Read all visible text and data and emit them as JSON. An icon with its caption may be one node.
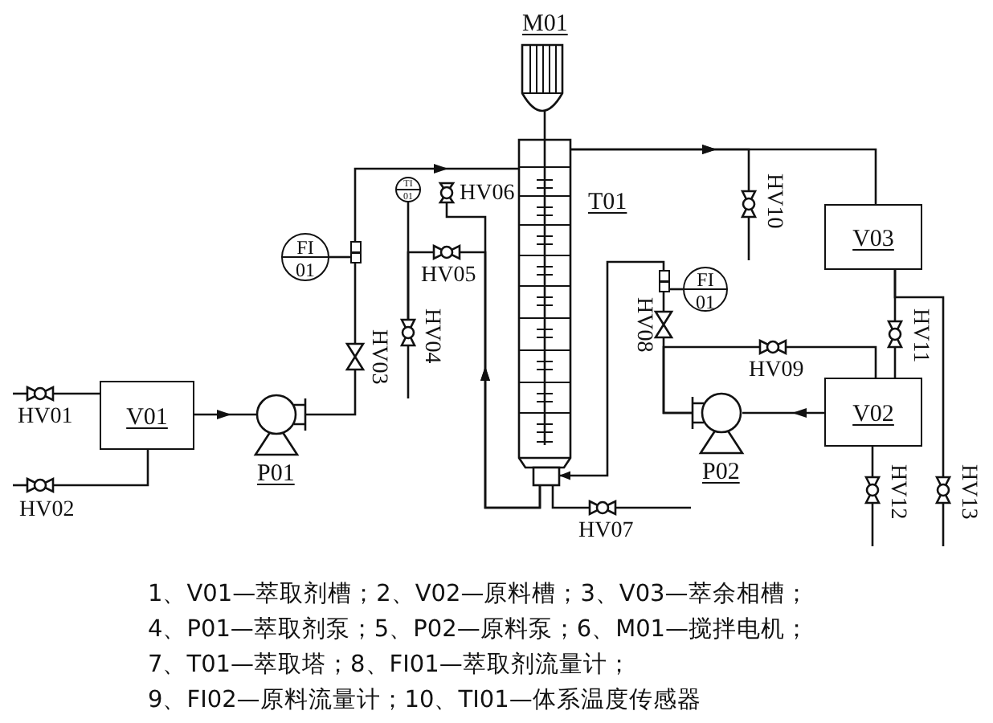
{
  "diagram": {
    "nodes": [
      {
        "text": [
          "M01"
        ]
      },
      {
        "text": [
          "T01"
        ]
      },
      {
        "text": [
          "TI",
          "01"
        ]
      },
      {
        "text": [],
        "shape": "valve",
        "beside": [
          "HV06"
        ]
      },
      {
        "text": [
          "FI",
          "01"
        ]
      },
      {
        "text": [],
        "shape": "box"
      },
      {
        "text": [],
        "shape": "valve",
        "beside": [
          "HV05"
        ]
      },
      {
        "text": [],
        "shape": "valve",
        "beside": [
          "HV04"
        ]
      },
      {
        "text": [],
        "shape": "valve",
        "beside": [
          "HV03"
        ]
      },
      {
        "text": [],
        "shape": "valve",
        "beside": [
          "HV01"
        ]
      },
      {
        "text": [
          "V01"
        ]
      },
      {
        "text": [],
        "shape": "valve",
        "beside": [
          "HV02"
        ]
      },
      {
        "text": [
          "P01"
        ]
      },
      {
        "text": [],
        "shape": "valve",
        "beside": [
          "HV10"
        ]
      },
      {
        "text": [
          "V03"
        ]
      },
      {
        "text": [
          "FI",
          "01"
        ]
      },
      {
        "text": [],
        "shape": "box"
      },
      {
        "text": [],
        "shape": "valve",
        "beside": [
          "HV08"
        ]
      },
      {
        "text": [],
        "shape": "valve",
        "beside": [
          "HV11"
        ]
      },
      {
        "text": [],
        "shape": "valve",
        "beside": [
          "HV09"
        ]
      },
      {
        "text": [
          "V02"
        ]
      },
      {
        "text": [
          "P02"
        ]
      },
      {
        "text": [],
        "shape": "valve",
        "beside": [
          "HV07"
        ]
      },
      {
        "text": [],
        "shape": "valve",
        "beside": [
          "HV12"
        ]
      },
      {
        "text": [],
        "shape": "valve",
        "beside": [
          "HV13"
        ]
      }
    ],
    "edges": [
      {
        "from": null,
        "to": 9,
        "arrow": "none"
      },
      {
        "from": 9,
        "to": 10,
        "arrow": "none"
      },
      {
        "from": null,
        "to": 11,
        "arrow": "none"
      },
      {
        "from": 11,
        "to": 10,
        "arrow": "none"
      },
      {
        "from": 10,
        "to": 12,
        "arrow": "to"
      },
      {
        "from": 12,
        "to": 8,
        "arrow": "none"
      },
      {
        "from": 8,
        "to": 5,
        "arrow": "none"
      },
      {
        "from": 5,
        "to": 1,
        "arrow": "to"
      },
      {
        "from": 4,
        "to": 5,
        "arrow": "none"
      },
      {
        "from": 2,
        "to": 7,
        "arrow": "none"
      },
      {
        "from": 1,
        "to": 6,
        "arrow": "to"
      },
      {
        "from": 1,
        "to": 3,
        "arrow": "to"
      },
      {
        "from": 6,
        "to": 7,
        "arrow": "none"
      },
      {
        "from": 7,
        "to": null,
        "arrow": "none"
      },
      {
        "from": 1,
        "to": 22,
        "arrow": "none"
      },
      {
        "from": 22,
        "to": null,
        "arrow": "none"
      },
      {
        "from": 1,
        "to": 14,
        "arrow": "to"
      },
      {
        "from": 1,
        "to": 13,
        "arrow": "to"
      },
      {
        "from": 13,
        "to": null,
        "arrow": "none"
      },
      {
        "from": 0,
        "to": 1,
        "arrow": "none"
      },
      {
        "from": 16,
        "to": 1,
        "arrow": "to"
      },
      {
        "from": 15,
        "to": 16,
        "arrow": "none"
      },
      {
        "from": 17,
        "to": 16,
        "arrow": "none"
      },
      {
        "from": 21,
        "to": 17,
        "arrow": "none"
      },
      {
        "from": 21,
        "to": 19,
        "arrow": "none"
      },
      {
        "from": 19,
        "to": 20,
        "arrow": "none"
      },
      {
        "from": 20,
        "to": 21,
        "arrow": "to"
      },
      {
        "from": 14,
        "to": 18,
        "arrow": "none"
      },
      {
        "from": 18,
        "to": 20,
        "arrow": "none"
      },
      {
        "from": 14,
        "to": 24,
        "arrow": "none"
      },
      {
        "from": 20,
        "to": 23,
        "arrow": "none"
      },
      {
        "from": 23,
        "to": null,
        "arrow": "none"
      },
      {
        "from": 24,
        "to": null,
        "arrow": "none"
      }
    ],
    "labels": [
      "1、V01—萃取剂槽；2、V02—原料槽；3、V03—萃余相槽；",
      "4、P01—萃取剂泵；5、P02—原料泵；6、M01—搅拌电机；",
      "7、T01—萃取塔；8、FI01—萃取剂流量计；",
      "9、FI02—原料流量计；10、TI01—体系温度传感器"
    ]
  }
}
